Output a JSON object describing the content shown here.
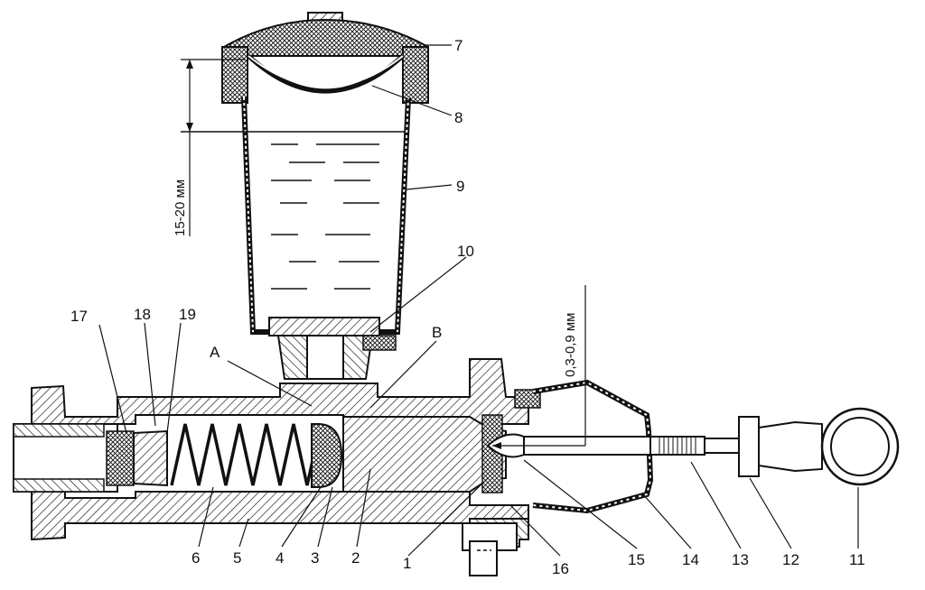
{
  "figure": {
    "callouts": [
      {
        "id": "c1",
        "text": "1"
      },
      {
        "id": "c2",
        "text": "2"
      },
      {
        "id": "c3",
        "text": "3"
      },
      {
        "id": "c4",
        "text": "4"
      },
      {
        "id": "c5",
        "text": "5"
      },
      {
        "id": "c6",
        "text": "6"
      },
      {
        "id": "c7",
        "text": "7"
      },
      {
        "id": "c8",
        "text": "8"
      },
      {
        "id": "c9",
        "text": "9"
      },
      {
        "id": "c10",
        "text": "10"
      },
      {
        "id": "c11",
        "text": "11"
      },
      {
        "id": "c12",
        "text": "12"
      },
      {
        "id": "c13",
        "text": "13"
      },
      {
        "id": "c14",
        "text": "14"
      },
      {
        "id": "c15",
        "text": "15"
      },
      {
        "id": "c16",
        "text": "16"
      },
      {
        "id": "c17",
        "text": "17"
      },
      {
        "id": "c18",
        "text": "18"
      },
      {
        "id": "c19",
        "text": "19"
      },
      {
        "id": "cA",
        "text": "A"
      },
      {
        "id": "cB",
        "text": "B"
      }
    ],
    "dimensions": {
      "fluid_level": "15-20 мм",
      "rod_gap": "0,3-0,9 мм"
    }
  }
}
